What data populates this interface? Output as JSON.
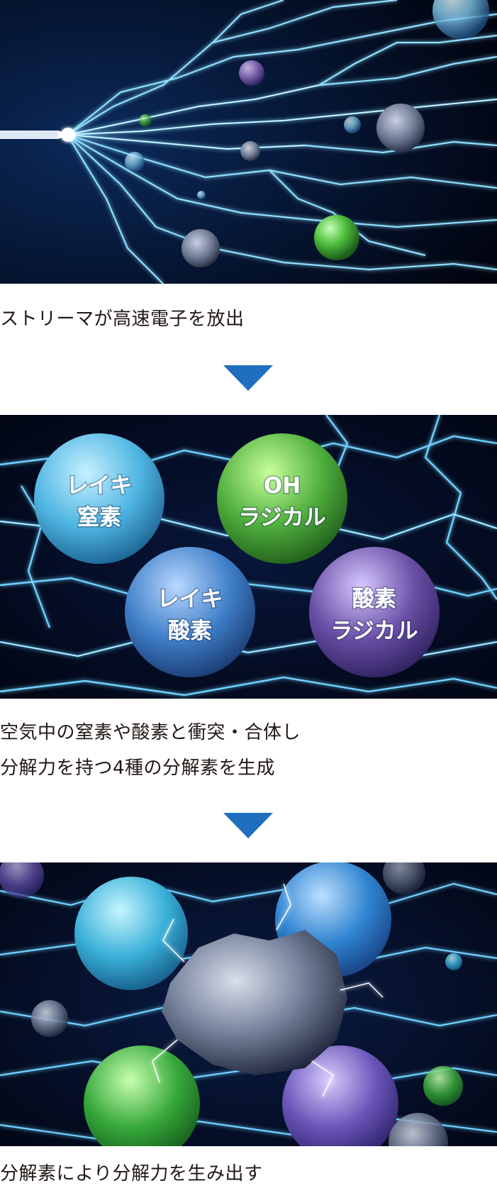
{
  "steps": [
    {
      "caption_lines": [
        "ストリーマが高速電子を放出"
      ]
    },
    {
      "caption_lines": [
        "空気中の窒素や酸素と衝突・合体し",
        "分解力を持つ4種の分解素を生成"
      ],
      "spheres": [
        {
          "line1": "レイキ",
          "line2": "窒素",
          "color": "#4fb6e2"
        },
        {
          "line1": "OH",
          "line2": "ラジカル",
          "color": "#4fae3c"
        },
        {
          "line1": "レイキ",
          "line2": "酸素",
          "color": "#3f7fc8"
        },
        {
          "line1": "酸素",
          "line2": "ラジカル",
          "color": "#6a4fa6"
        }
      ]
    },
    {
      "caption_lines": [
        "分解素により分解力を生み出す"
      ]
    }
  ],
  "colors": {
    "arrow": "#1f6fbf",
    "caption_text": "#231815",
    "panel_background": "#02071a",
    "lightning": "#6fd2ff"
  },
  "icons": [
    "down-triangle-arrow-icon"
  ]
}
